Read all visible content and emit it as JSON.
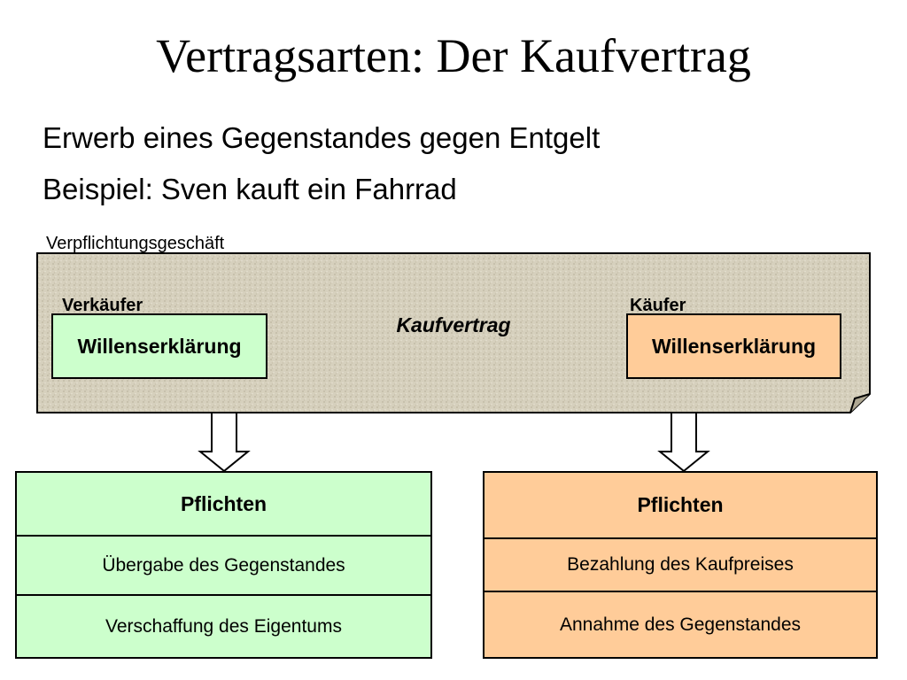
{
  "slide": {
    "title": "Vertragsarten: Der Kaufvertrag",
    "bullets": [
      "Erwerb eines Gegenstandes gegen Entgelt",
      "Beispiel: Sven kauft ein Fahrrad"
    ]
  },
  "diagram": {
    "section_label": "Verpflichtungsgeschäft",
    "contract_label": "Kaufvertrag",
    "seller": {
      "role": "Verkäufer",
      "declaration": "Willenserklärung",
      "duties": {
        "header": "Pflichten",
        "items": [
          "Übergabe des Gegenstandes",
          "Verschaffung des Eigentums"
        ]
      }
    },
    "buyer": {
      "role": "Käufer",
      "declaration": "Willenserklärung",
      "duties": {
        "header": "Pflichten",
        "items": [
          "Bezahlung des Kaufpreises",
          "Annahme des Gegenstandes"
        ]
      }
    }
  },
  "colors": {
    "seller_fill": "#ccffcc",
    "buyer_fill": "#ffcc99",
    "paper_fill": "#d6d0bd"
  }
}
